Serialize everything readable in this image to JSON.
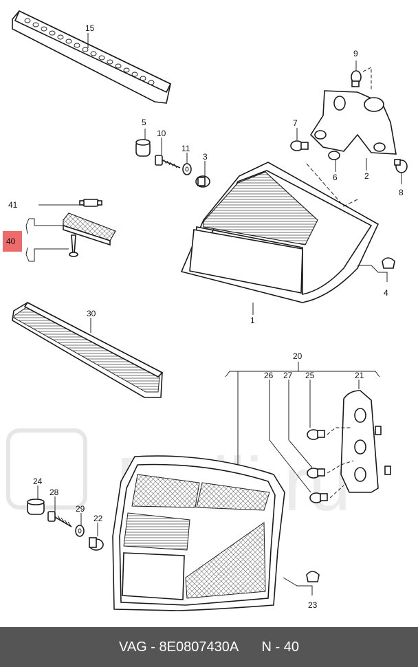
{
  "labels": {
    "p1": "1",
    "p2": "2",
    "p3": "3",
    "p4": "4",
    "p5": "5",
    "p6": "6",
    "p7": "7",
    "p8": "8",
    "p9": "9",
    "p10": "10",
    "p11": "11",
    "p15": "15",
    "p20": "20",
    "p21": "21",
    "p22": "22",
    "p23": "23",
    "p24": "24",
    "p25": "25",
    "p26": "26",
    "p27": "27",
    "p28": "28",
    "p29": "29",
    "p30": "30",
    "p40": "40",
    "p41": "41"
  },
  "watermark": "Rulli.ru",
  "colors": {
    "highlight": "#ee6b6b",
    "footer_bg": "#555555",
    "footer_text": "#ffffff",
    "watermark": "#e8e8e8"
  },
  "footer": {
    "brand": "VAG",
    "separator": " - ",
    "part_number": "8E0807430A",
    "page": "N - 40"
  }
}
